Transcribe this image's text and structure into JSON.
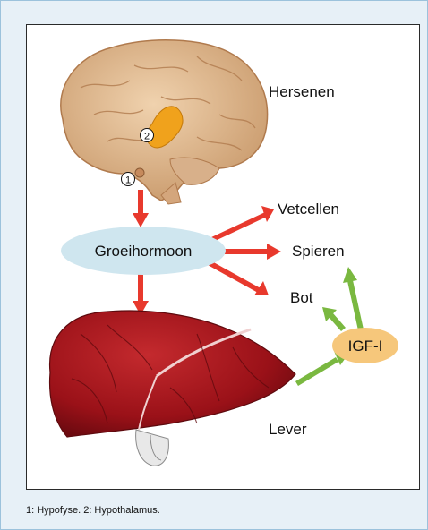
{
  "labels": {
    "brain": "Hersenen",
    "growth_hormone": "Groeihormoon",
    "fat_cells": "Vetcellen",
    "muscles": "Spieren",
    "bone": "Bot",
    "igf": "IGF-I",
    "liver": "Lever"
  },
  "markers": {
    "pituitary": "1",
    "hypothalamus": "2"
  },
  "footnote": "1: Hypofyse.  2: Hypothalamus.",
  "colors": {
    "red_arrow": "#e8392d",
    "green_arrow": "#7ab840",
    "hormone_ellipse": "#cfe6ef",
    "igf_ellipse": "#f6c77b",
    "brain": "#e6c29a",
    "liver": "#a4151c"
  }
}
